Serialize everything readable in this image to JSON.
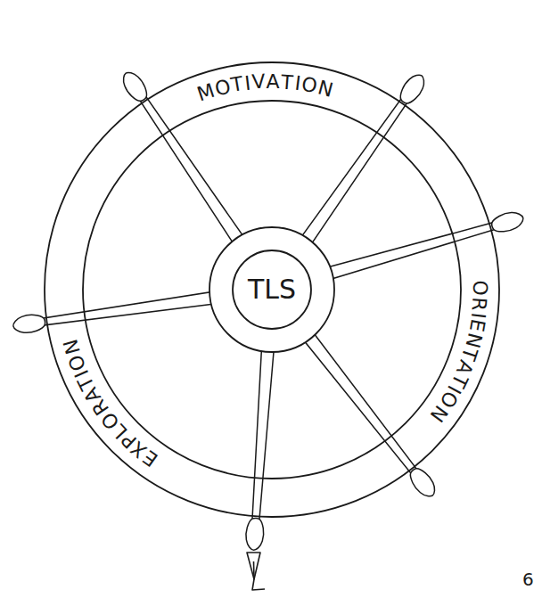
{
  "diagram": {
    "nodes": [
      {
        "text": [
          "MOTIVATION",
          "ORIENTATION",
          "EXPLORATION"
        ]
      },
      {
        "text": [
          "TLS"
        ],
        "in": 0
      }
    ],
    "labels": [
      "6"
    ]
  }
}
